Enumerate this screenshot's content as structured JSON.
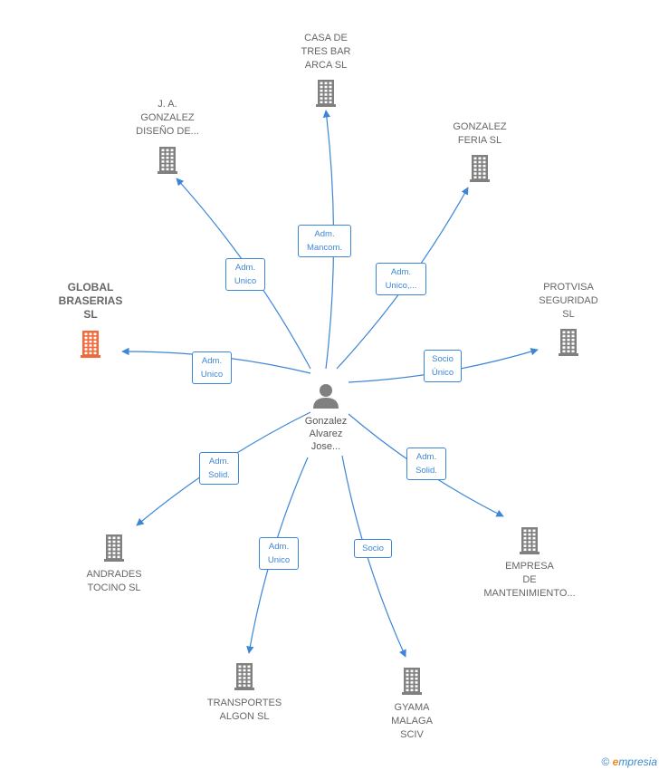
{
  "colors": {
    "edge": "#3d86d6",
    "building": "#808080",
    "highlight": "#f26a3a",
    "person": "#808080",
    "text": "#666666"
  },
  "center": {
    "label": "Gonzalez\nAlvarez\nJose...",
    "icon": "person-icon"
  },
  "nodes": [
    {
      "id": "casa_de_tres_bar",
      "label": "CASA DE\nTRES BAR\nARCA  SL",
      "icon": "building-icon",
      "highlight": false
    },
    {
      "id": "ja_gonzalez",
      "label": "J.  A.\nGONZALEZ\nDISEÑO DE...",
      "icon": "building-icon",
      "highlight": false
    },
    {
      "id": "gonzalez_feria",
      "label": "GONZALEZ\nFERIA  SL",
      "icon": "building-icon",
      "highlight": false
    },
    {
      "id": "global_braserias",
      "label": "GLOBAL\nBRASERIAS\nSL",
      "icon": "building-icon",
      "highlight": true
    },
    {
      "id": "protvisa",
      "label": "PROTVISA\nSEGURIDAD\nSL",
      "icon": "building-icon",
      "highlight": false
    },
    {
      "id": "andrades_tocino",
      "label": "ANDRADES\nTOCINO  SL",
      "icon": "building-icon",
      "highlight": false
    },
    {
      "id": "empresa_mantenimiento",
      "label": "EMPRESA\nDE\nMANTENIMIENTO...",
      "icon": "building-icon",
      "highlight": false
    },
    {
      "id": "transportes_algon",
      "label": "TRANSPORTES\nALGON SL",
      "icon": "building-icon",
      "highlight": false
    },
    {
      "id": "gyama_malaga",
      "label": "GYAMA\nMALAGA\nSCIV",
      "icon": "building-icon",
      "highlight": false
    }
  ],
  "edges": [
    {
      "to": "casa_de_tres_bar",
      "label": "Adm.\nMancom."
    },
    {
      "to": "ja_gonzalez",
      "label": "Adm.\nUnico"
    },
    {
      "to": "gonzalez_feria",
      "label": "Adm.\nUnico,..."
    },
    {
      "to": "global_braserias",
      "label": "Adm.\nUnico"
    },
    {
      "to": "protvisa",
      "label": "Socio\nÚnico"
    },
    {
      "to": "andrades_tocino",
      "label": "Adm.\nSolid."
    },
    {
      "to": "empresa_mantenimiento",
      "label": "Adm.\nSolid."
    },
    {
      "to": "transportes_algon",
      "label": "Adm.\nUnico"
    },
    {
      "to": "gyama_malaga",
      "label": "Socio"
    }
  ],
  "footer": {
    "copyright": "©",
    "brand_initial": "e",
    "brand_rest": "mpresia"
  }
}
